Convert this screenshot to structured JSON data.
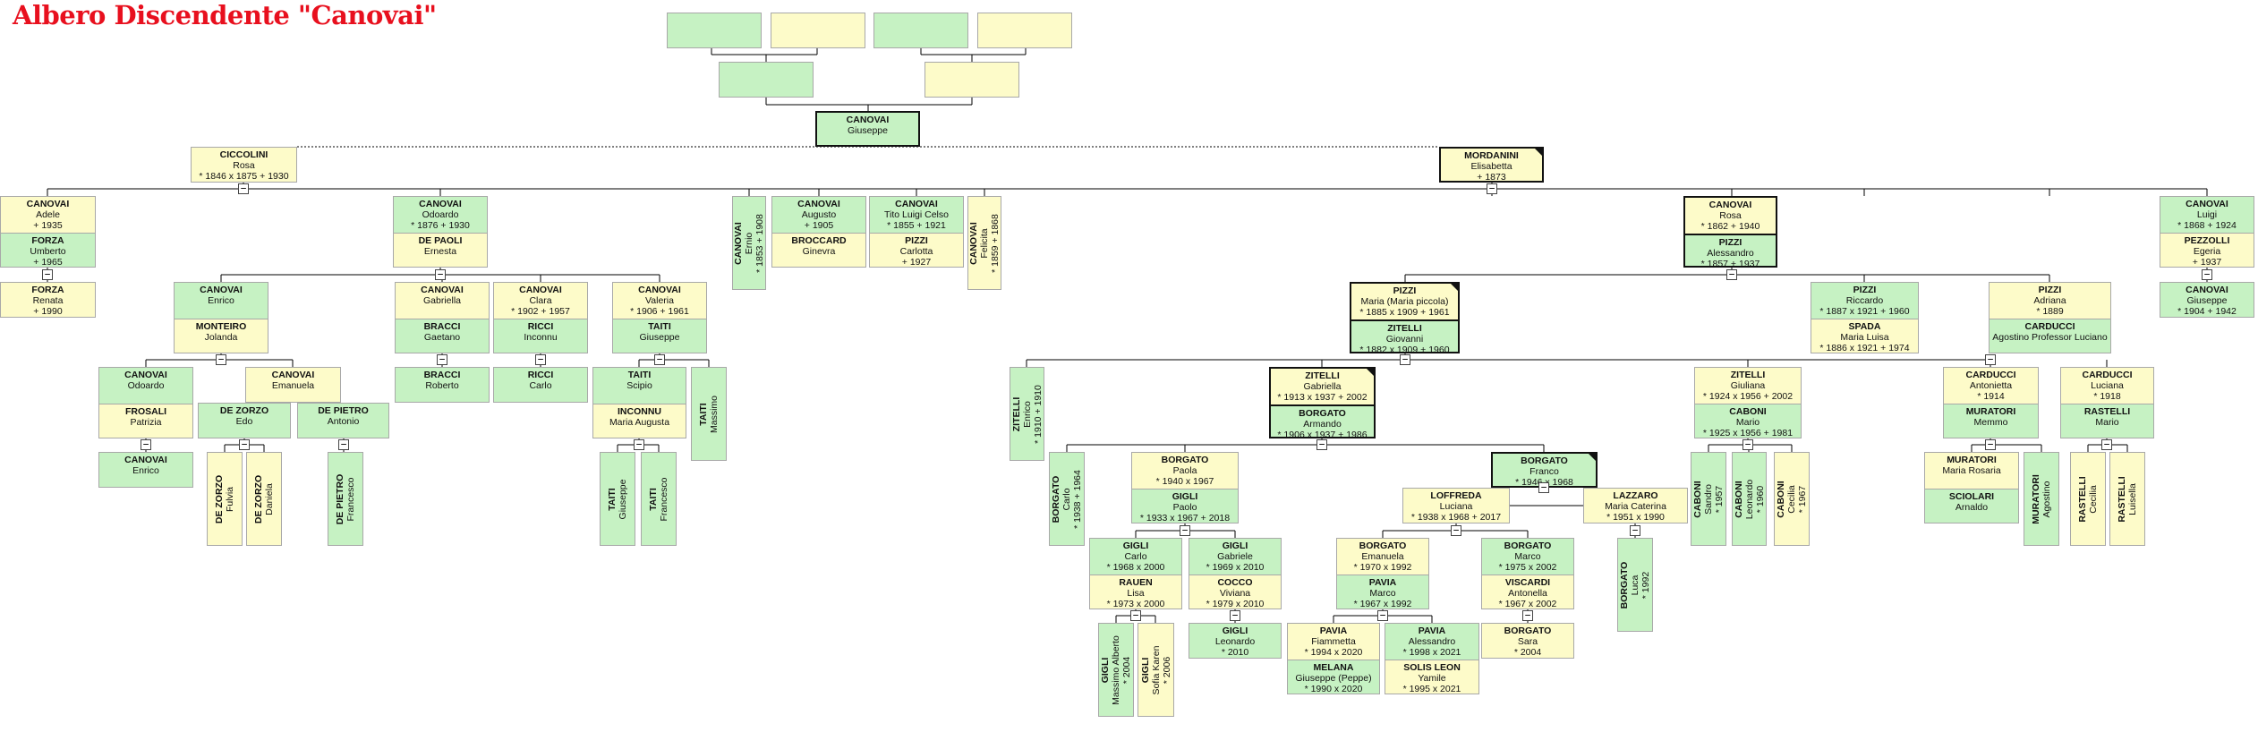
{
  "title": "Albero Discendente \"Canovai\"",
  "colors": {
    "male": "#c6f2c3",
    "female": "#fdfbc9",
    "line": "#000000",
    "title": "#e8101e"
  },
  "cards": [
    {
      "id": "a1",
      "c": "g",
      "h": 0,
      "p": [
        {
          "s": "",
          "g": "",
          "d": ""
        }
      ]
    },
    {
      "id": "a2",
      "c": "y",
      "h": 0,
      "p": [
        {
          "s": "",
          "g": "",
          "d": ""
        }
      ]
    },
    {
      "id": "a3",
      "c": "g",
      "h": 0,
      "p": [
        {
          "s": "",
          "g": "",
          "d": ""
        }
      ]
    },
    {
      "id": "a4",
      "c": "y",
      "h": 0,
      "p": [
        {
          "s": "",
          "g": "",
          "d": ""
        }
      ]
    },
    {
      "id": "a5",
      "c": "g",
      "h": 0,
      "p": [
        {
          "s": "",
          "g": "",
          "d": ""
        }
      ]
    },
    {
      "id": "a6",
      "c": "y",
      "h": 0,
      "p": [
        {
          "s": "",
          "g": "",
          "d": ""
        }
      ]
    },
    {
      "id": "root",
      "c": "g",
      "h": 1,
      "p": [
        {
          "s": "CANOVAI",
          "g": "Giuseppe",
          "d": ""
        }
      ]
    },
    {
      "id": "wife1",
      "c": "y",
      "h": 0,
      "p": [
        {
          "s": "CICCOLINI",
          "g": "Rosa",
          "d": "* 1846  x 1875  + 1930"
        }
      ]
    },
    {
      "id": "wife2",
      "c": "y",
      "h": 1,
      "corner": 1,
      "p": [
        {
          "s": "MORDANINI",
          "g": "Elisabetta",
          "d": "+ 1873"
        }
      ]
    },
    {
      "id": "adele",
      "c": "y",
      "h": 0,
      "p": [
        {
          "s": "CANOVAI",
          "g": "Adele",
          "d": "+ 1935"
        },
        {
          "s": "FORZA",
          "g": "Umberto",
          "d": "+ 1965",
          "c": "g"
        }
      ]
    },
    {
      "id": "renata",
      "c": "y",
      "h": 0,
      "p": [
        {
          "s": "FORZA",
          "g": "Renata",
          "d": "+ 1990"
        }
      ]
    },
    {
      "id": "odoardo",
      "c": "g",
      "h": 0,
      "p": [
        {
          "s": "CANOVAI",
          "g": "Odoardo",
          "d": "* 1876  + 1930"
        },
        {
          "s": "DE PAOLI",
          "g": "Ernesta",
          "d": "",
          "c": "y"
        }
      ]
    },
    {
      "id": "enrico",
      "c": "g",
      "h": 0,
      "p": [
        {
          "s": "CANOVAI",
          "g": "Enrico",
          "d": ""
        },
        {
          "s": "MONTEIRO",
          "g": "Jolanda",
          "d": "",
          "c": "y"
        }
      ]
    },
    {
      "id": "gabriella",
      "c": "y",
      "h": 0,
      "p": [
        {
          "s": "CANOVAI",
          "g": "Gabriella",
          "d": ""
        },
        {
          "s": "BRACCI",
          "g": "Gaetano",
          "d": "",
          "c": "g"
        }
      ]
    },
    {
      "id": "clara",
      "c": "y",
      "h": 0,
      "p": [
        {
          "s": "CANOVAI",
          "g": "Clara",
          "d": "* 1902  + 1957"
        },
        {
          "s": "RICCI",
          "g": "Inconnu",
          "d": "",
          "c": "g"
        }
      ]
    },
    {
      "id": "valeria",
      "c": "y",
      "h": 0,
      "p": [
        {
          "s": "CANOVAI",
          "g": "Valeria",
          "d": "* 1906  + 1961"
        },
        {
          "s": "TAITI",
          "g": "Giuseppe",
          "d": "",
          "c": "g"
        }
      ]
    },
    {
      "id": "odoardo2",
      "c": "g",
      "h": 0,
      "p": [
        {
          "s": "CANOVAI",
          "g": "Odoardo",
          "d": ""
        },
        {
          "s": "FROSALI",
          "g": "Patrizia",
          "d": "",
          "c": "y"
        }
      ]
    },
    {
      "id": "emanuela",
      "c": "y",
      "h": 0,
      "p": [
        {
          "s": "CANOVAI",
          "g": "Emanuela",
          "d": ""
        }
      ]
    },
    {
      "id": "dezorzo",
      "c": "g",
      "h": 0,
      "p": [
        {
          "s": "DE ZORZO",
          "g": "Edo",
          "d": ""
        }
      ]
    },
    {
      "id": "depietro",
      "c": "g",
      "h": 0,
      "p": [
        {
          "s": "DE PIETRO",
          "g": "Antonio",
          "d": ""
        }
      ]
    },
    {
      "id": "enrico2",
      "c": "g",
      "h": 0,
      "p": [
        {
          "s": "CANOVAI",
          "g": "Enrico",
          "d": ""
        }
      ]
    },
    {
      "id": "roberto",
      "c": "g",
      "h": 0,
      "p": [
        {
          "s": "BRACCI",
          "g": "Roberto",
          "d": ""
        }
      ]
    },
    {
      "id": "carlo_r",
      "c": "g",
      "h": 0,
      "p": [
        {
          "s": "RICCI",
          "g": "Carlo",
          "d": ""
        }
      ]
    },
    {
      "id": "scipio",
      "c": "g",
      "h": 0,
      "p": [
        {
          "s": "TAITI",
          "g": "Scipio",
          "d": ""
        },
        {
          "s": "INCONNU",
          "g": "Maria Augusta",
          "d": "",
          "c": "y"
        }
      ]
    },
    {
      "id": "augusto",
      "c": "g",
      "h": 0,
      "p": [
        {
          "s": "CANOVAI",
          "g": "Augusto",
          "d": "+ 1905"
        },
        {
          "s": "BROCCARD",
          "g": "Ginevra",
          "d": "",
          "c": "y"
        }
      ]
    },
    {
      "id": "tito",
      "c": "g",
      "h": 0,
      "p": [
        {
          "s": "CANOVAI",
          "g": "Tito Luigi Celso",
          "d": "* 1855  + 1921"
        },
        {
          "s": "PIZZI",
          "g": "Carlotta",
          "d": "+ 1927",
          "c": "y"
        }
      ]
    },
    {
      "id": "rosa",
      "c": "y",
      "h": 1,
      "p": [
        {
          "s": "CANOVAI",
          "g": "Rosa",
          "d": "* 1862  + 1940"
        },
        {
          "s": "PIZZI",
          "g": "Alessandro",
          "d": "* 1857  + 1937",
          "c": "g",
          "h": 1
        }
      ]
    },
    {
      "id": "luigi",
      "c": "g",
      "h": 0,
      "p": [
        {
          "s": "CANOVAI",
          "g": "Luigi",
          "d": "* 1868  + 1924"
        },
        {
          "s": "PEZZOLLI",
          "g": "Egeria",
          "d": "+ 1937",
          "c": "y"
        }
      ]
    },
    {
      "id": "giuseppe2",
      "c": "g",
      "h": 0,
      "p": [
        {
          "s": "CANOVAI",
          "g": "Giuseppe",
          "d": "* 1904  + 1942"
        }
      ]
    },
    {
      "id": "mariapic",
      "c": "y",
      "h": 1,
      "corner": 1,
      "p": [
        {
          "s": "PIZZI",
          "g": "Maria (Maria piccola)",
          "d": "* 1885  x 1909  + 1961"
        },
        {
          "s": "ZITELLI",
          "g": "Giovanni",
          "d": "* 1882  x 1909  + 1960",
          "c": "g",
          "h": 1
        }
      ]
    },
    {
      "id": "riccardo",
      "c": "g",
      "h": 0,
      "p": [
        {
          "s": "PIZZI",
          "g": "Riccardo",
          "d": "* 1887  x 1921  + 1960"
        },
        {
          "s": "SPADA",
          "g": "Maria Luisa",
          "d": "* 1886  x 1921  + 1974",
          "c": "y"
        }
      ]
    },
    {
      "id": "adriana",
      "c": "y",
      "h": 0,
      "p": [
        {
          "s": "PIZZI",
          "g": "Adriana",
          "d": "* 1889"
        },
        {
          "s": "CARDUCCI",
          "g": "Agostino Professor Luciano",
          "d": "",
          "c": "g"
        }
      ]
    },
    {
      "id": "gabz",
      "c": "y",
      "h": 1,
      "corner": 1,
      "p": [
        {
          "s": "ZITELLI",
          "g": "Gabriella",
          "d": "* 1913  x 1937  + 2002"
        },
        {
          "s": "BORGATO",
          "g": "Armando",
          "d": "* 1906  x 1937  + 1986",
          "c": "g",
          "h": 1
        }
      ]
    },
    {
      "id": "giuliana",
      "c": "y",
      "h": 0,
      "p": [
        {
          "s": "ZITELLI",
          "g": "Giuliana",
          "d": "* 1924  x 1956  + 2002"
        },
        {
          "s": "CABONI",
          "g": "Mario",
          "d": "* 1925  x 1956  + 1981",
          "c": "g"
        }
      ]
    },
    {
      "id": "antonietta",
      "c": "y",
      "h": 0,
      "p": [
        {
          "s": "CARDUCCI",
          "g": "Antonietta",
          "d": "* 1914"
        },
        {
          "s": "MURATORI",
          "g": "Memmo",
          "d": "",
          "c": "g"
        }
      ]
    },
    {
      "id": "lucianac",
      "c": "y",
      "h": 0,
      "p": [
        {
          "s": "CARDUCCI",
          "g": "Luciana",
          "d": "* 1918"
        },
        {
          "s": "RASTELLI",
          "g": "Mario",
          "d": "",
          "c": "g"
        }
      ]
    },
    {
      "id": "paola",
      "c": "y",
      "h": 0,
      "p": [
        {
          "s": "BORGATO",
          "g": "Paola",
          "d": "* 1940  x 1967"
        },
        {
          "s": "GIGLI",
          "g": "Paolo",
          "d": "* 1933  x 1967  + 2018",
          "c": "g"
        }
      ]
    },
    {
      "id": "franco",
      "c": "g",
      "h": 1,
      "corner": 1,
      "p": [
        {
          "s": "BORGATO",
          "g": "Franco",
          "d": "* 1946  x 1968"
        }
      ]
    },
    {
      "id": "loffreda",
      "c": "y",
      "h": 0,
      "p": [
        {
          "s": "LOFFREDA",
          "g": "Luciana",
          "d": "* 1938  x 1968  + 2017"
        }
      ]
    },
    {
      "id": "lazzaro",
      "c": "y",
      "h": 0,
      "p": [
        {
          "s": "LAZZARO",
          "g": "Maria Caterina",
          "d": "* 1951  x 1990"
        }
      ]
    },
    {
      "id": "rosaria",
      "c": "y",
      "h": 0,
      "p": [
        {
          "s": "MURATORI",
          "g": "Maria Rosaria",
          "d": ""
        },
        {
          "s": "SCIOLARI",
          "g": "Arnaldo",
          "d": "",
          "c": "g"
        }
      ]
    },
    {
      "id": "carlog",
      "c": "g",
      "h": 0,
      "p": [
        {
          "s": "GIGLI",
          "g": "Carlo",
          "d": "* 1968  x 2000"
        },
        {
          "s": "RAUEN",
          "g": "Lisa",
          "d": "* 1973  x 2000",
          "c": "y"
        }
      ]
    },
    {
      "id": "gabrieleg",
      "c": "g",
      "h": 0,
      "p": [
        {
          "s": "GIGLI",
          "g": "Gabriele",
          "d": "* 1969  x 2010"
        },
        {
          "s": "COCCO",
          "g": "Viviana",
          "d": "* 1979  x 2010",
          "c": "y"
        }
      ]
    },
    {
      "id": "emanb",
      "c": "y",
      "h": 0,
      "p": [
        {
          "s": "BORGATO",
          "g": "Emanuela",
          "d": "* 1970  x 1992"
        },
        {
          "s": "PAVIA",
          "g": "Marco",
          "d": "* 1967  x 1992",
          "c": "g"
        }
      ]
    },
    {
      "id": "marcob",
      "c": "g",
      "h": 0,
      "p": [
        {
          "s": "BORGATO",
          "g": "Marco",
          "d": "* 1975  x 2002"
        },
        {
          "s": "VISCARDI",
          "g": "Antonella",
          "d": "* 1967  x 2002",
          "c": "y"
        }
      ]
    },
    {
      "id": "leonardog",
      "c": "g",
      "h": 0,
      "p": [
        {
          "s": "GIGLI",
          "g": "Leonardo",
          "d": "* 2010"
        }
      ]
    },
    {
      "id": "fiammetta",
      "c": "y",
      "h": 0,
      "p": [
        {
          "s": "PAVIA",
          "g": "Fiammetta",
          "d": "* 1994  x 2020"
        },
        {
          "s": "MELANA",
          "g": "Giuseppe (Peppe)",
          "d": "* 1990  x 2020",
          "c": "g"
        }
      ]
    },
    {
      "id": "alessandrop",
      "c": "g",
      "h": 0,
      "p": [
        {
          "s": "PAVIA",
          "g": "Alessandro",
          "d": "* 1998  x 2021"
        },
        {
          "s": "SOLIS LEON",
          "g": "Yamile",
          "d": "* 1995  x 2021",
          "c": "y"
        }
      ]
    },
    {
      "id": "sara",
      "c": "y",
      "h": 0,
      "p": [
        {
          "s": "BORGATO",
          "g": "Sara",
          "d": "* 2004"
        }
      ]
    }
  ],
  "vcards": [
    {
      "id": "ernio",
      "c": "g",
      "p": [
        {
          "s": "CANOVAI",
          "g": "Ernio",
          "d": "* 1853  + 1908"
        }
      ]
    },
    {
      "id": "felicita",
      "c": "y",
      "p": [
        {
          "s": "CANOVAI",
          "g": "Felicita",
          "d": "* 1859  + 1868"
        }
      ]
    },
    {
      "id": "fulvia",
      "c": "y",
      "p": [
        {
          "s": "DE ZORZO",
          "g": "Fulvia",
          "d": ""
        }
      ]
    },
    {
      "id": "daniela",
      "c": "y",
      "p": [
        {
          "s": "DE ZORZO",
          "g": "Daniela",
          "d": ""
        }
      ]
    },
    {
      "id": "francesco_dp",
      "c": "g",
      "p": [
        {
          "s": "DE PIETRO",
          "g": "Francesco",
          "d": ""
        }
      ]
    },
    {
      "id": "massimo",
      "c": "g",
      "p": [
        {
          "s": "TAITI",
          "g": "Massimo",
          "d": ""
        }
      ]
    },
    {
      "id": "giuseppe_t",
      "c": "g",
      "p": [
        {
          "s": "TAITI",
          "g": "Giuseppe",
          "d": ""
        }
      ]
    },
    {
      "id": "francesco_t",
      "c": "g",
      "p": [
        {
          "s": "TAITI",
          "g": "Francesco",
          "d": ""
        }
      ]
    },
    {
      "id": "enrico_z",
      "c": "g",
      "p": [
        {
          "s": "ZITELLI",
          "g": "Enrico",
          "d": "* 1910  + 1910"
        }
      ]
    },
    {
      "id": "carlo_b",
      "c": "g",
      "p": [
        {
          "s": "BORGATO",
          "g": "Carlo",
          "d": "* 1938  + 1964"
        }
      ]
    },
    {
      "id": "massimoa",
      "c": "g",
      "p": [
        {
          "s": "GIGLI",
          "g": "Massimo Alberto",
          "d": "* 2004"
        }
      ]
    },
    {
      "id": "sofia",
      "c": "y",
      "p": [
        {
          "s": "GIGLI",
          "g": "Sofia Karen",
          "d": "* 2006"
        }
      ]
    },
    {
      "id": "luca",
      "c": "g",
      "p": [
        {
          "s": "BORGATO",
          "g": "Luca",
          "d": "* 1992"
        }
      ]
    },
    {
      "id": "sandro",
      "c": "g",
      "p": [
        {
          "s": "CABONI",
          "g": "Sandro",
          "d": "* 1957"
        }
      ]
    },
    {
      "id": "leonardoc",
      "c": "g",
      "p": [
        {
          "s": "CABONI",
          "g": "Leonardo",
          "d": "* 1960"
        }
      ]
    },
    {
      "id": "cecilia",
      "c": "y",
      "p": [
        {
          "s": "CABONI",
          "g": "Cecilia",
          "d": "* 1967"
        }
      ]
    },
    {
      "id": "agostino",
      "c": "g",
      "p": [
        {
          "s": "MURATORI",
          "g": "Agostino",
          "d": ""
        }
      ]
    },
    {
      "id": "cecilia_r",
      "c": "y",
      "p": [
        {
          "s": "RASTELLI",
          "g": "Cecilia",
          "d": ""
        }
      ]
    },
    {
      "id": "lucrezia",
      "c": "y",
      "p": [
        {
          "s": "RASTELLI",
          "g": "Luisella",
          "d": ""
        }
      ]
    }
  ]
}
